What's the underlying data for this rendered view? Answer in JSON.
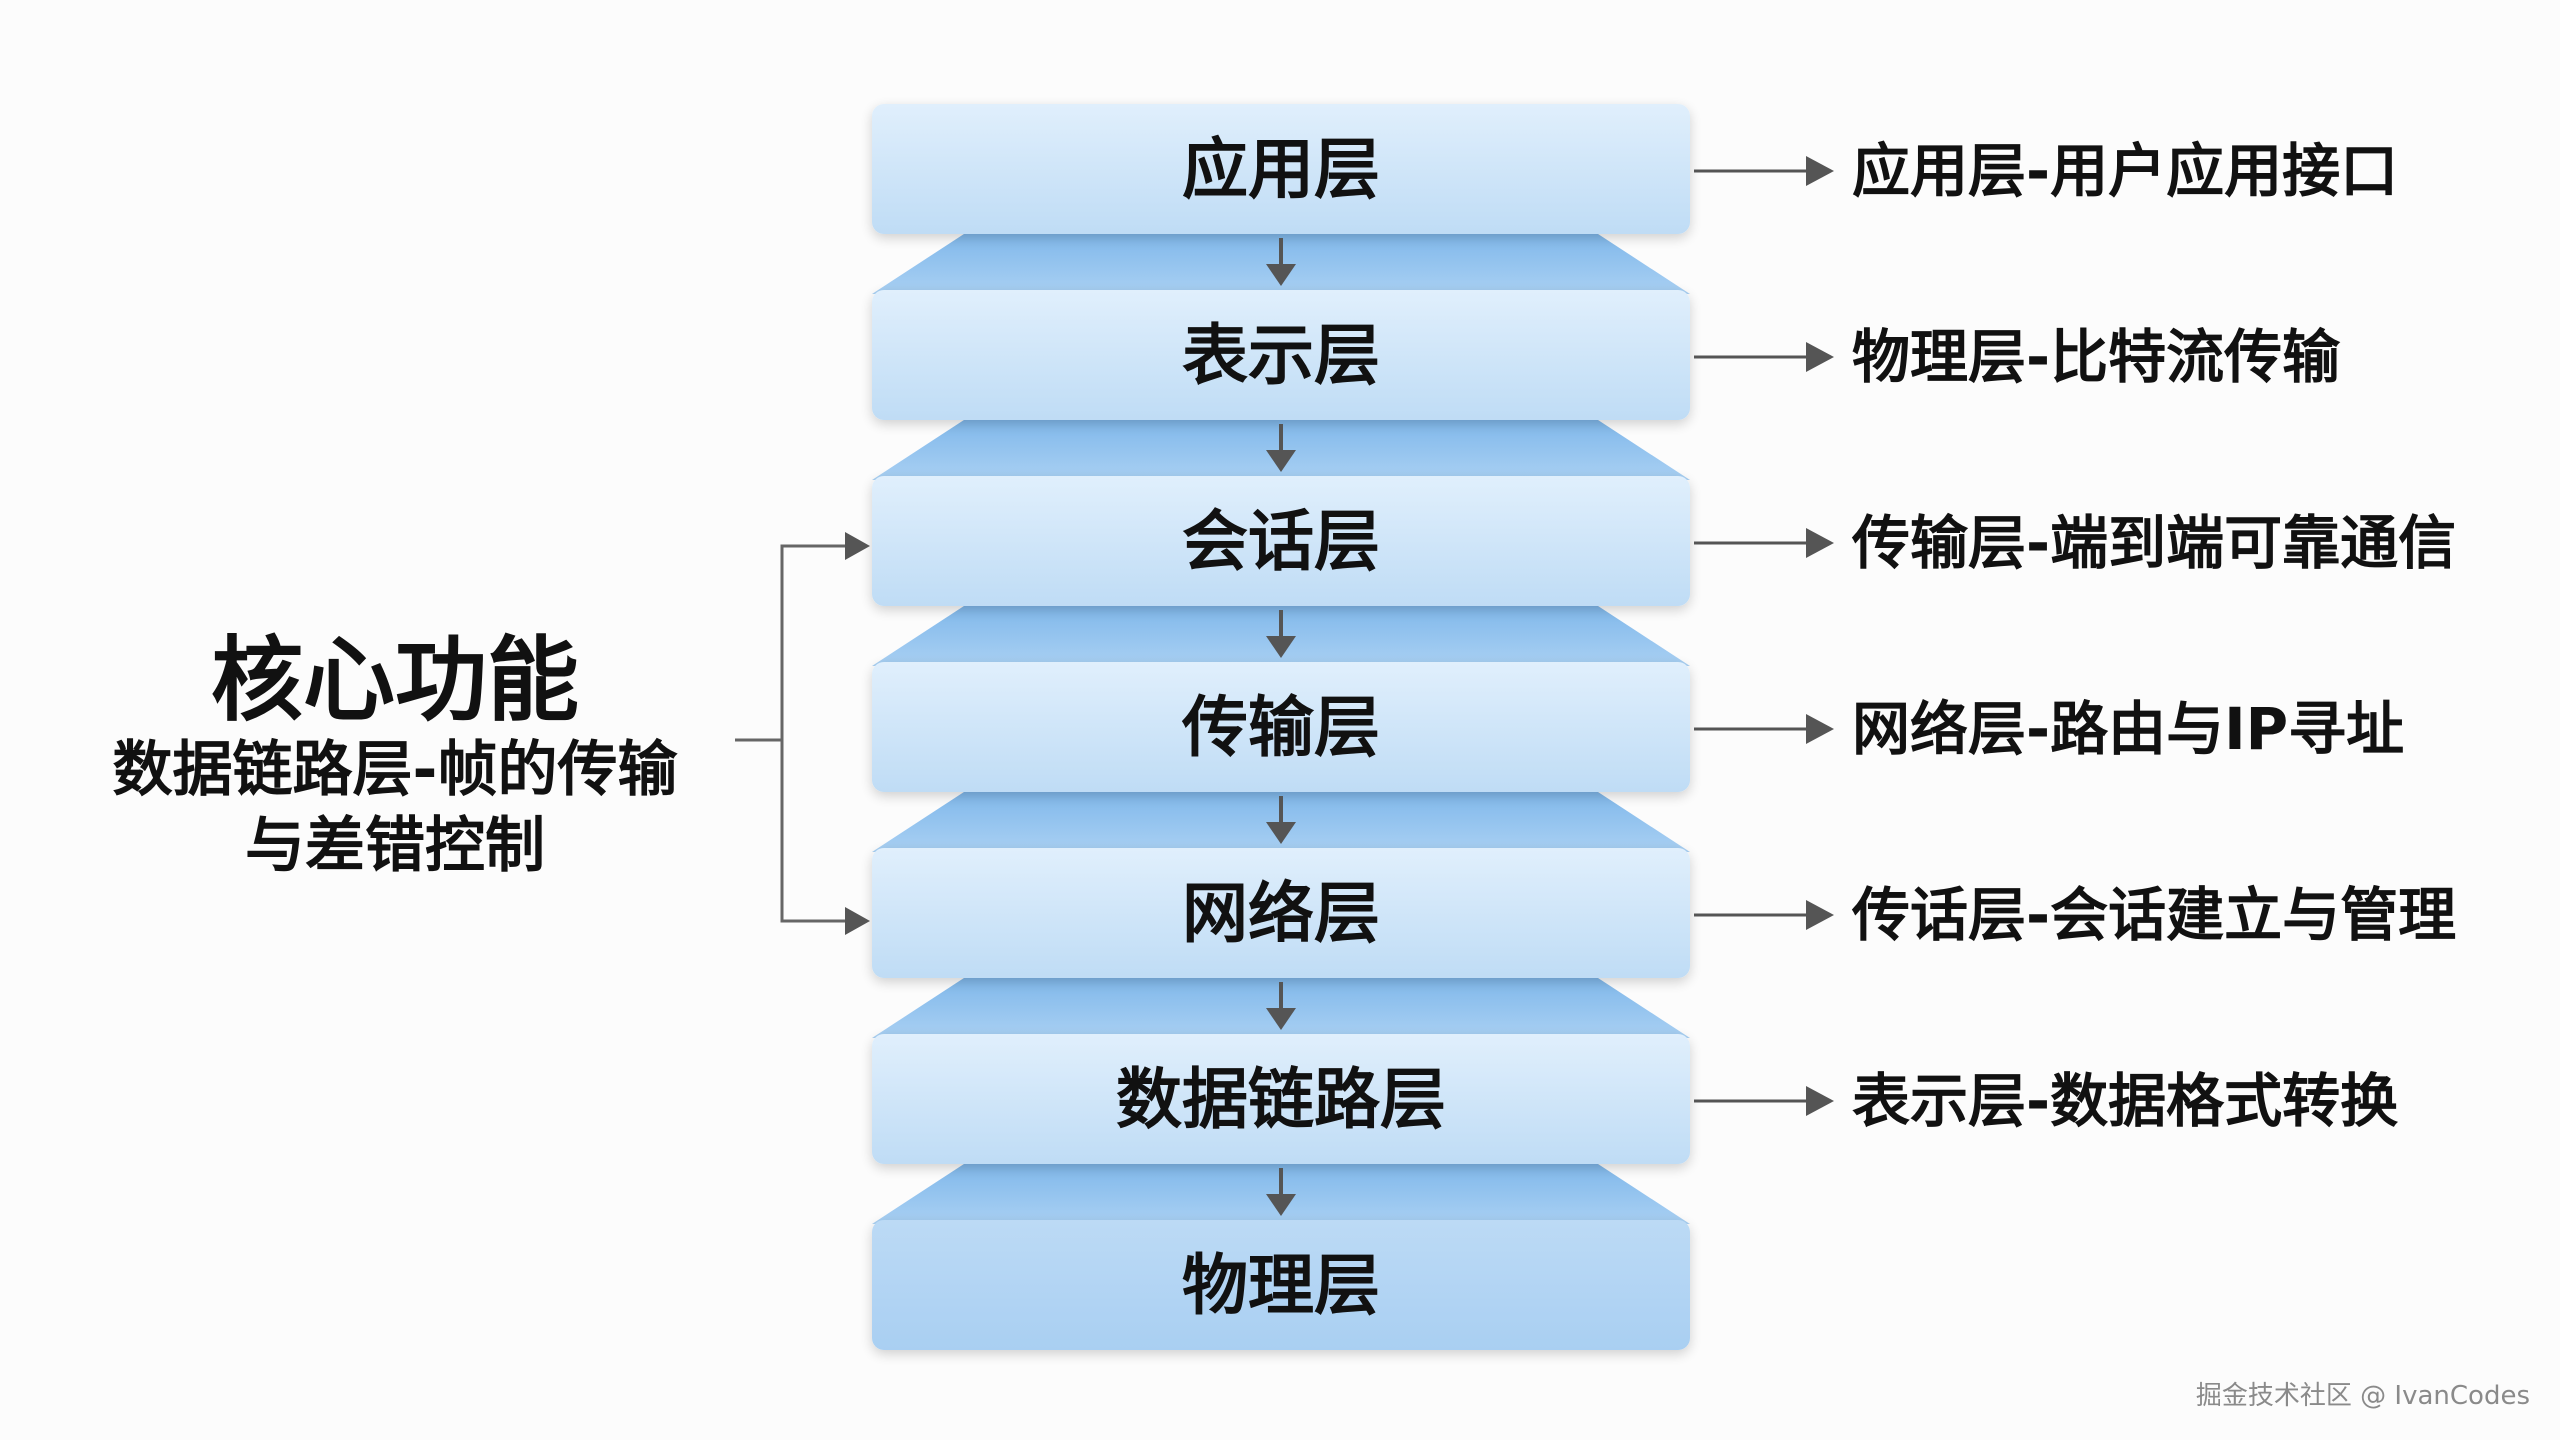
{
  "layers": [
    "应用层",
    "表示层",
    "会话层",
    "传输层",
    "网络层",
    "数据链路层",
    "物理层"
  ],
  "descriptions": [
    "应用层-用户应用接口",
    "物理层-比特流传输",
    "传输层-端到端可靠通信",
    "网络层-路由与IP寻址",
    "传话层-会话建立与管理",
    "表示层-数据格式转换"
  ],
  "core": {
    "title": "核心功能",
    "lines": [
      "数据链路层-帧的传输",
      "与差错控制"
    ]
  },
  "watermark": "掘金技术社区 @ IvanCodes",
  "colors": {
    "box_top": "#dcedfb",
    "box_bottom": "#bcdcf6",
    "bevel_light": "#b4d6f3",
    "bevel_dark": "#8dbfec",
    "arrow": "#555555",
    "text": "#111111"
  }
}
